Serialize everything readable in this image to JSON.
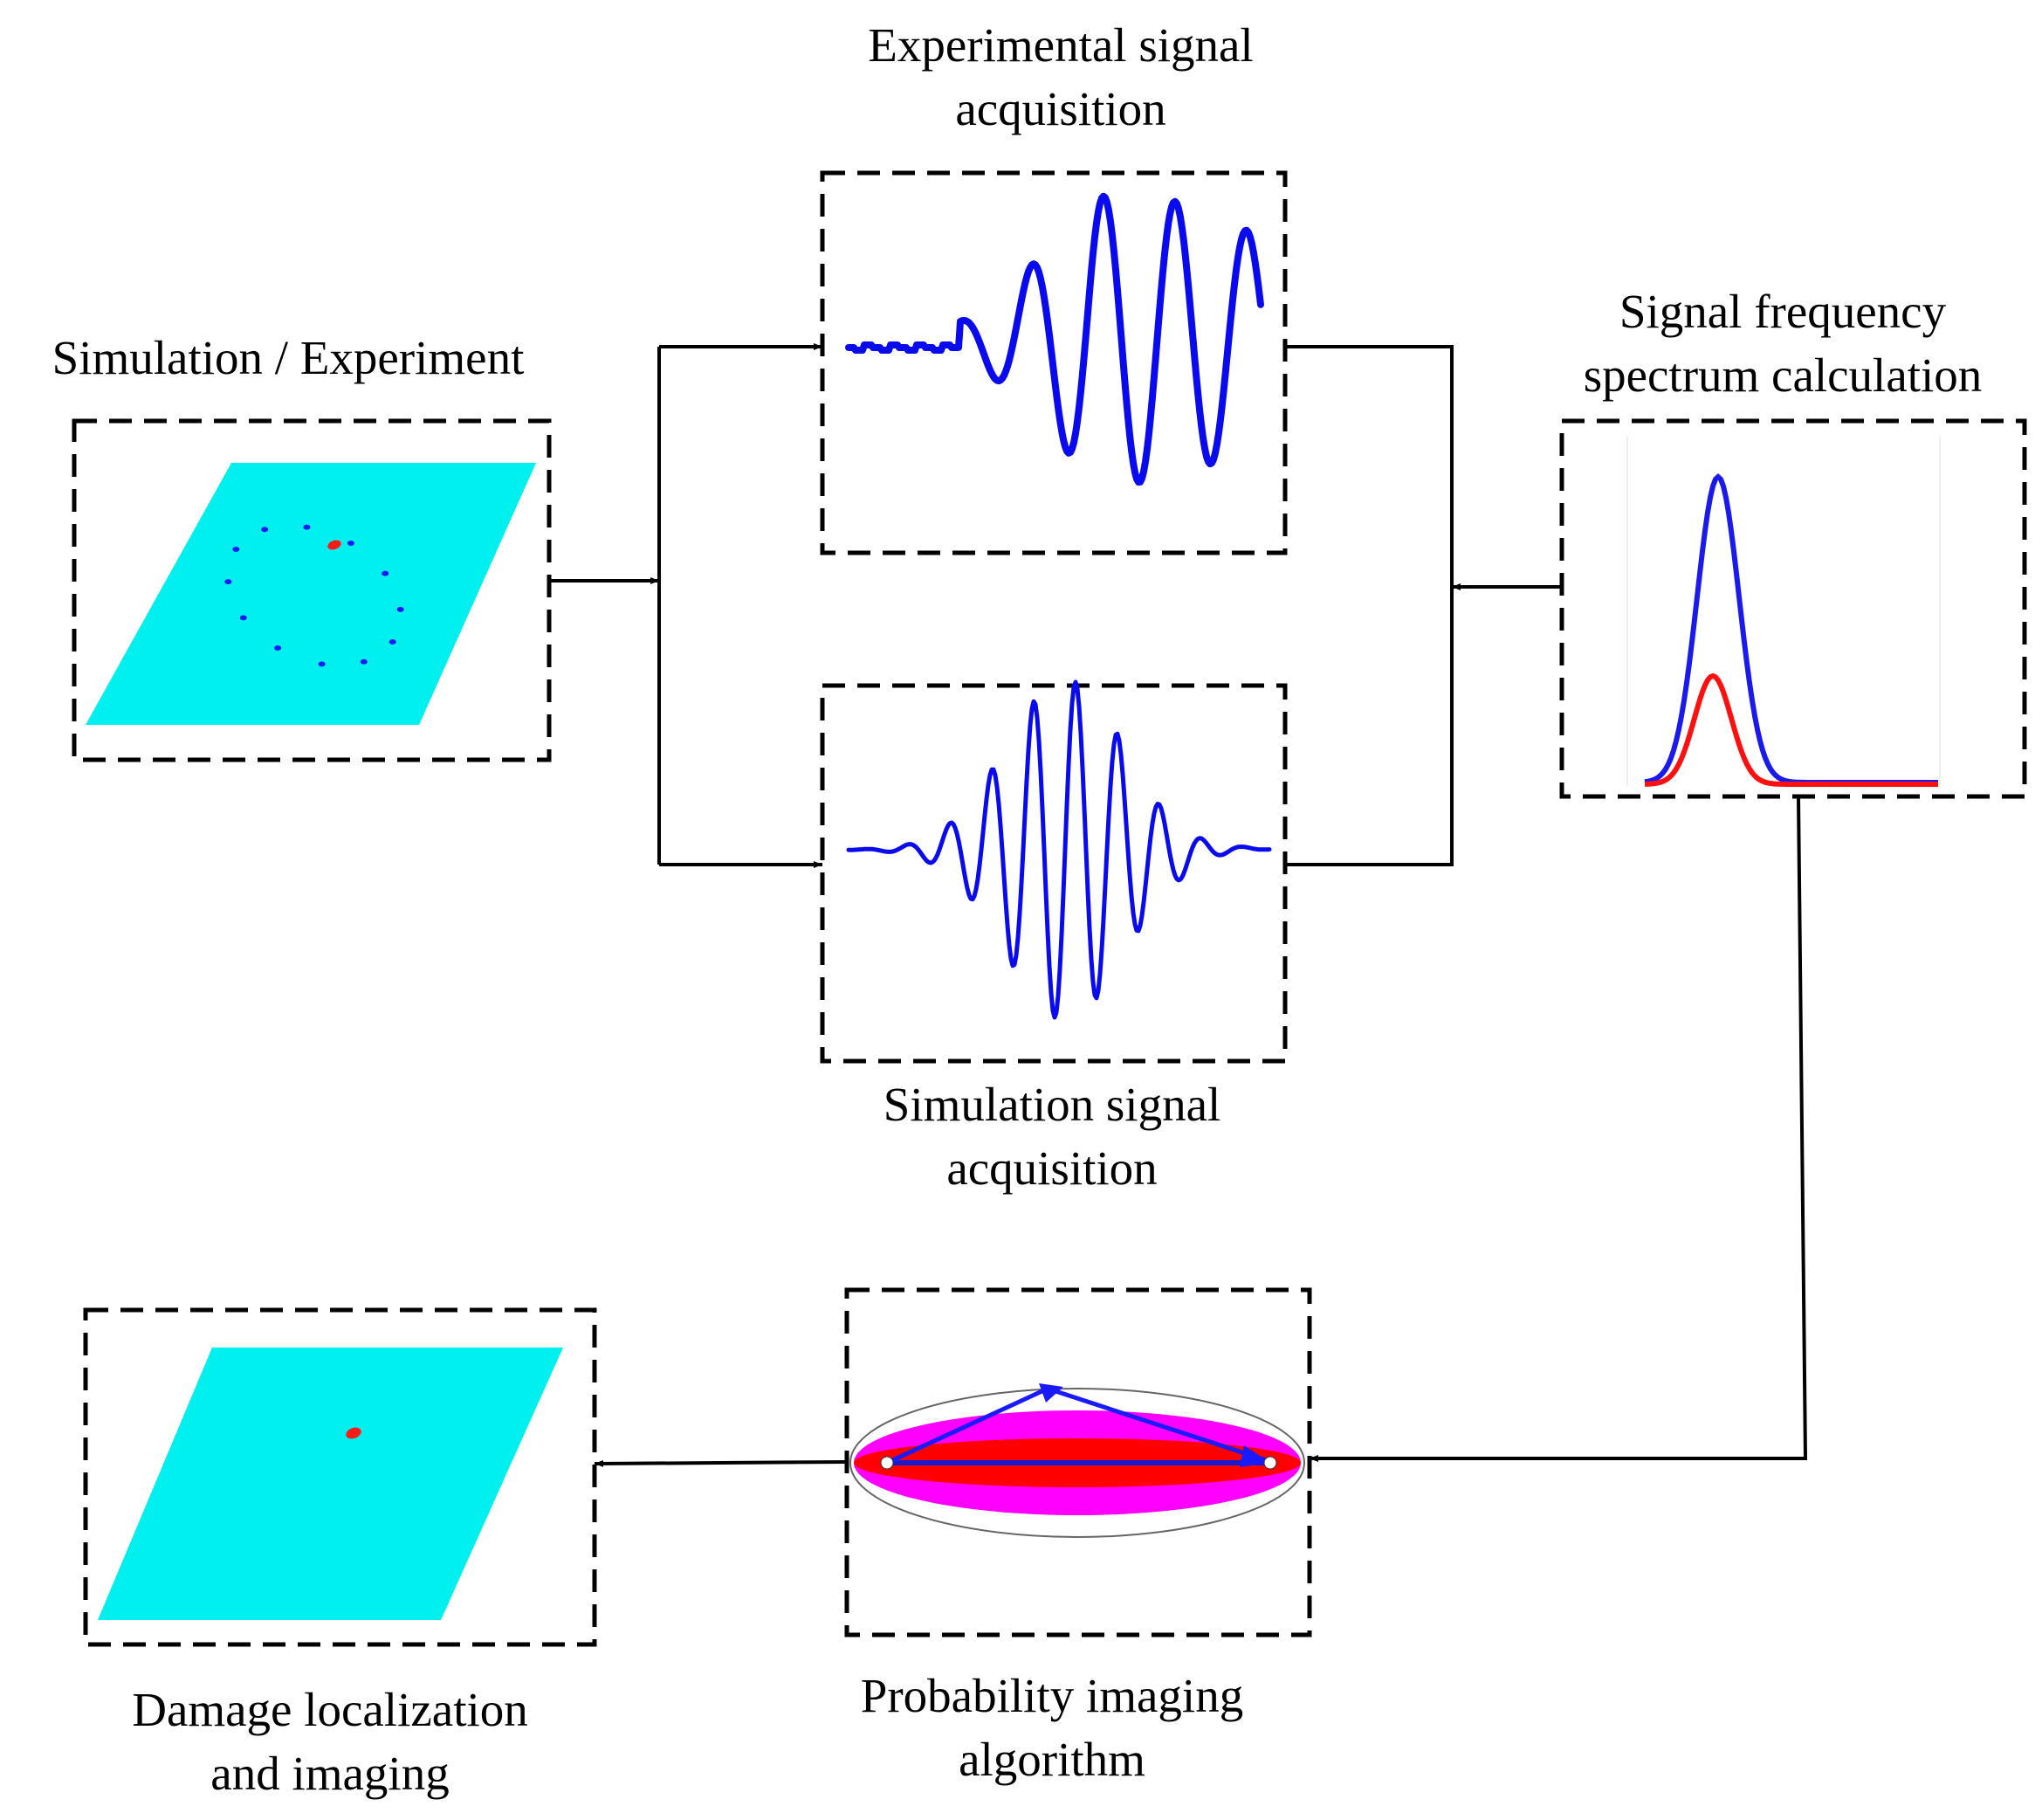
{
  "labels": {
    "sim_exp": "Simulation / Experiment",
    "exp_signal_line1": "Experimental signal",
    "exp_signal_line2": "acquisition",
    "sim_signal_line1": "Simulation signal",
    "sim_signal_line2": "acquisition",
    "spectrum_line1": "Signal frequency",
    "spectrum_line2": "spectrum calculation",
    "damage_line1": "Damage localization",
    "damage_line2": "and imaging",
    "prob_line1": "Probability imaging",
    "prob_line2": "algorithm"
  },
  "colors": {
    "plate": "#00f0f0",
    "sensor": "#1a1aff",
    "damage": "#ff1a1a",
    "signal": "#0a0aee",
    "spectrum_blue": "#1a1aee",
    "spectrum_red": "#ff1010",
    "ellipse_outer": "#ff00ff",
    "ellipse_inner": "#ff0000",
    "connector": "#000000"
  }
}
